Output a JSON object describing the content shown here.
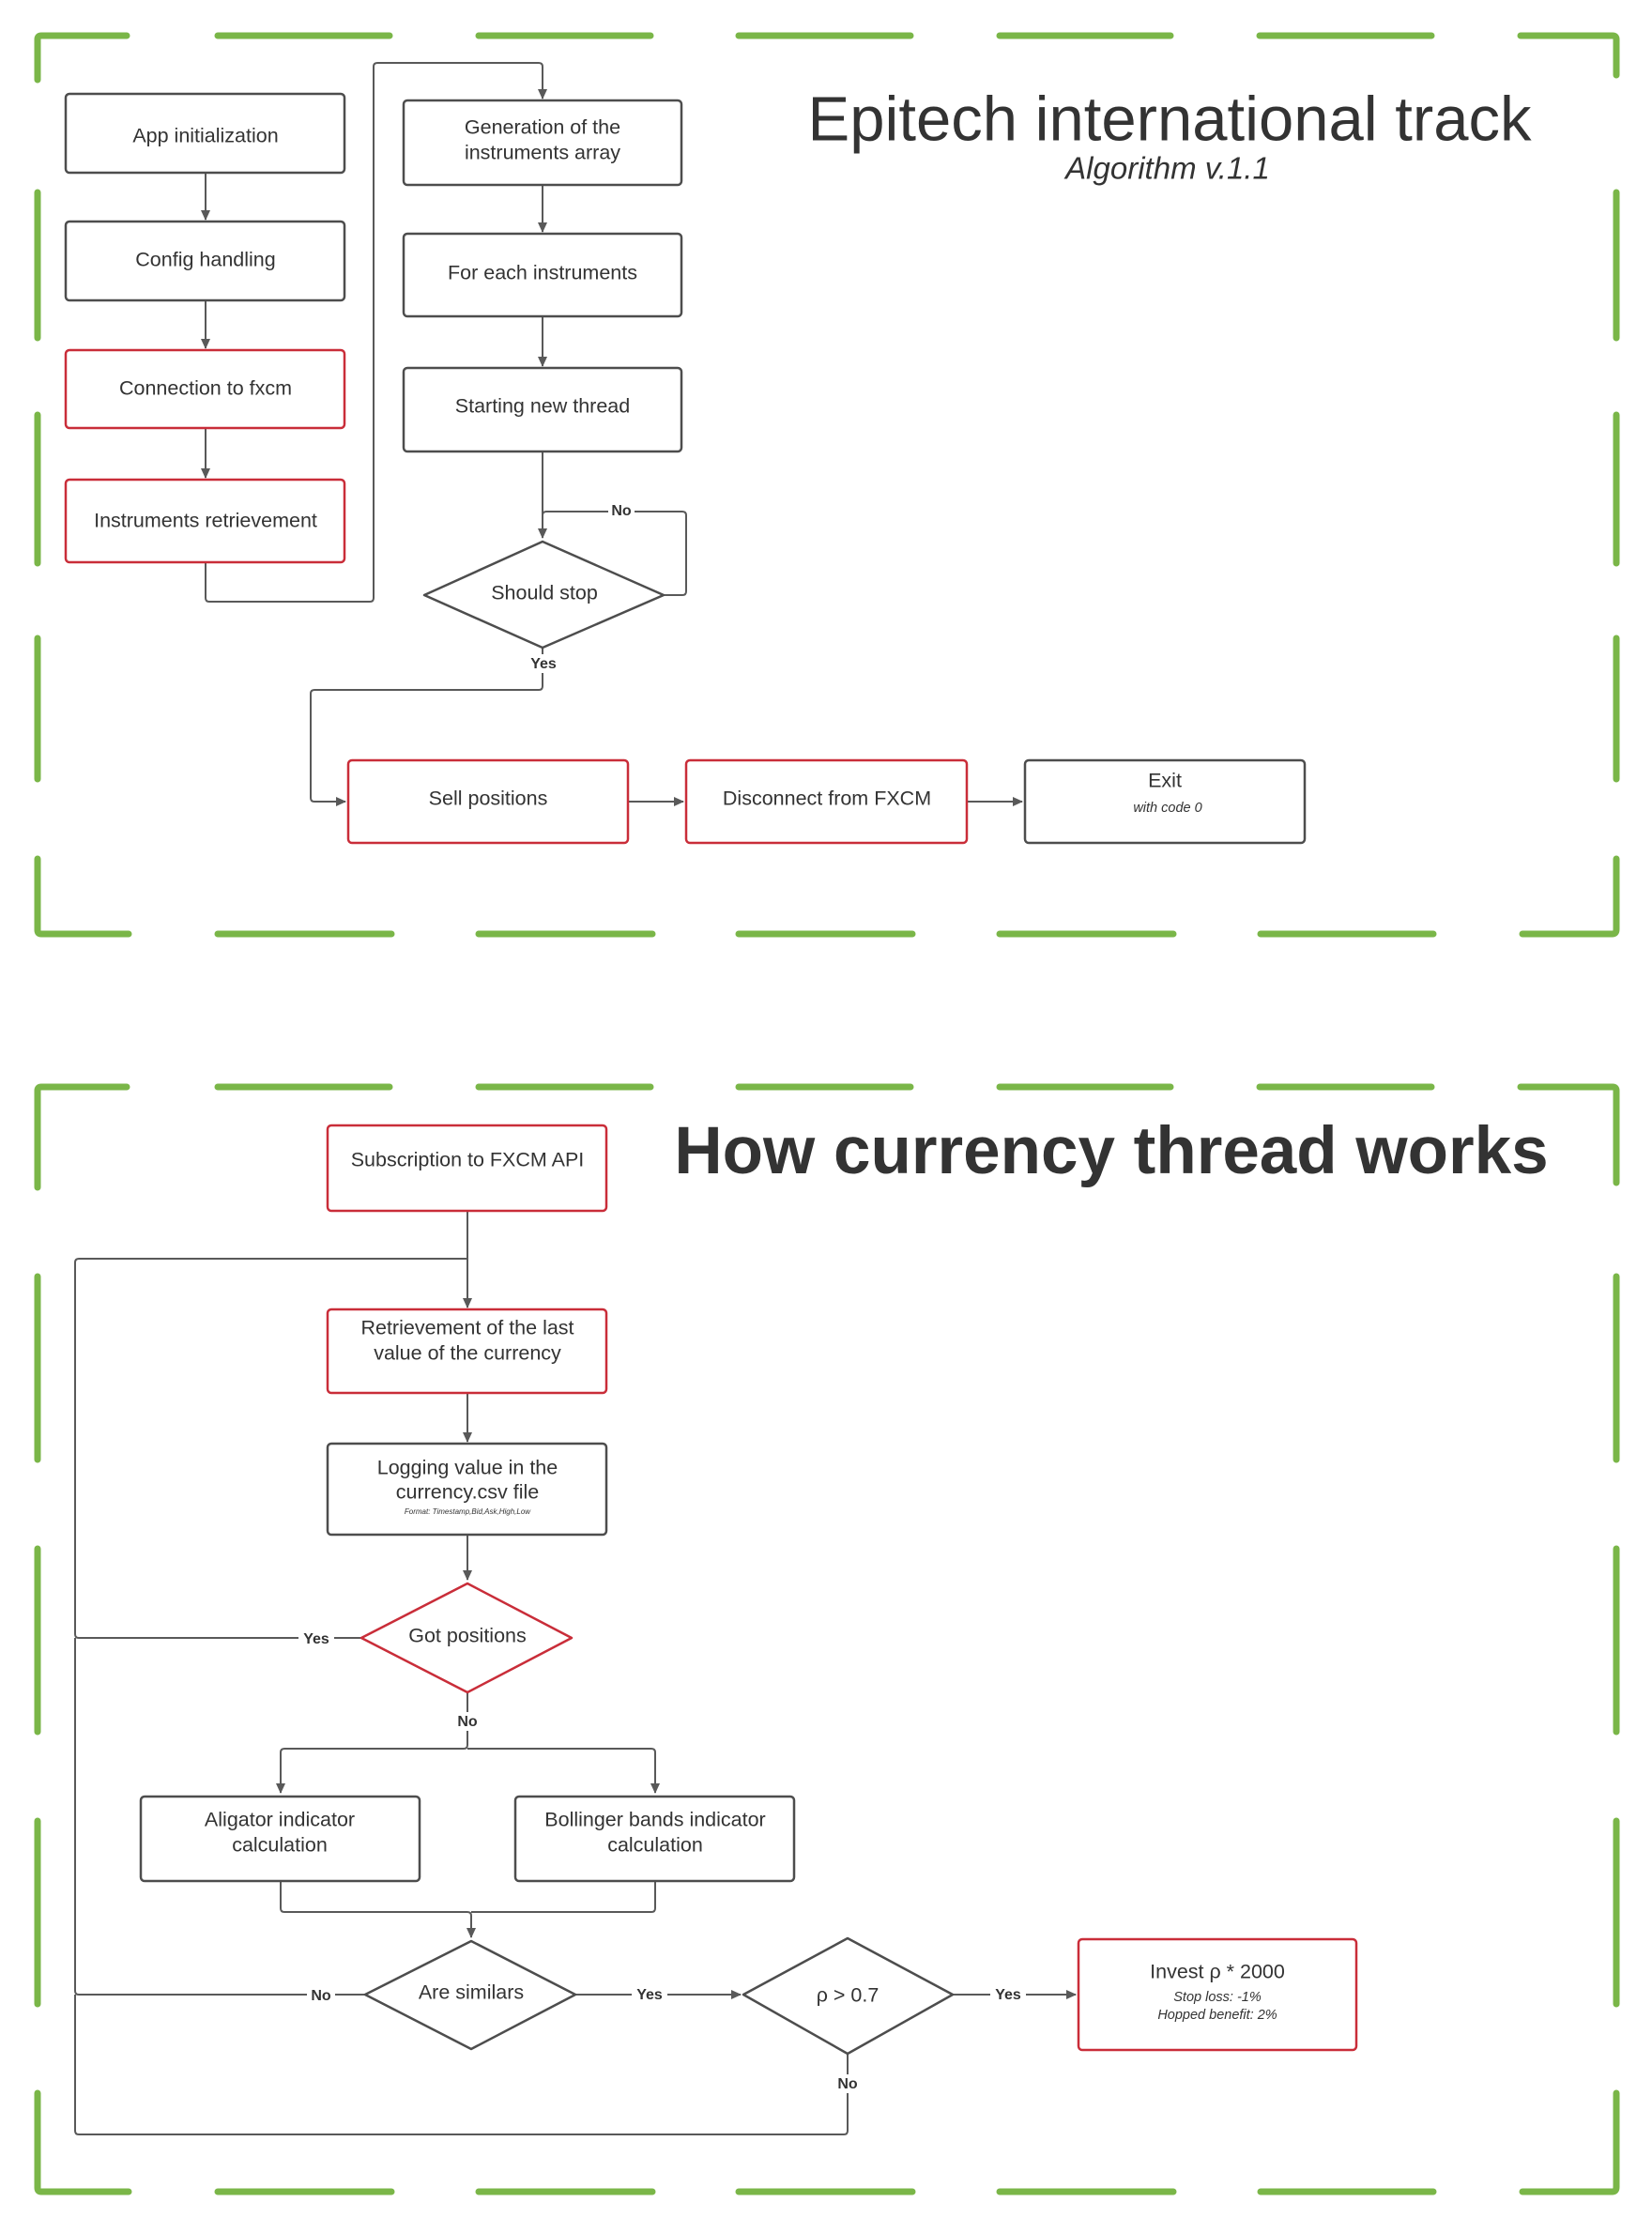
{
  "colors": {
    "frame_green": "#7ab648",
    "box_red": "#c92d39",
    "box_gray": "#4d4d4d",
    "line_gray": "#595959",
    "text": "#333333"
  },
  "section1": {
    "title": "Epitech international track",
    "subtitle": "Algorithm v.1.1",
    "nodes": {
      "app_init": "App initialization",
      "config": "Config handling",
      "connection": "Connection to fxcm",
      "instruments": "Instruments retrievement",
      "generation_line1": "Generation of the",
      "generation_line2": "instruments array",
      "for_each": "For each instruments",
      "new_thread": "Starting new thread",
      "should_stop": "Should stop",
      "sell": "Sell positions",
      "disconnect": "Disconnect from FXCM",
      "exit": "Exit",
      "exit_note": "with code 0"
    },
    "labels": {
      "no": "No",
      "yes": "Yes"
    }
  },
  "section2": {
    "title": "How currency thread works",
    "nodes": {
      "subscription": "Subscription to FXCM API",
      "retrieve_line1": "Retrievement of the last",
      "retrieve_line2": "value of the currency",
      "logging_line1": "Logging value in the",
      "logging_line2": "currency.csv file",
      "logging_note": "Format: Timestamp,Bid,Ask,High,Low",
      "got_positions": "Got positions",
      "aligator_line1": "Aligator indicator",
      "aligator_line2": "calculation",
      "bollinger_line1": "Bollinger bands indicator",
      "bollinger_line2": "calculation",
      "are_similars": "Are similars",
      "rho": "ρ > 0.7",
      "invest": "Invest ρ * 2000",
      "stop_loss": "Stop loss: -1%",
      "hopped_benefit": "Hopped benefit: 2%"
    },
    "labels": {
      "yes_got": "Yes",
      "no_got": "No",
      "no_similar": "No",
      "yes_similar": "Yes",
      "yes_rho": "Yes",
      "no_rho": "No"
    }
  }
}
